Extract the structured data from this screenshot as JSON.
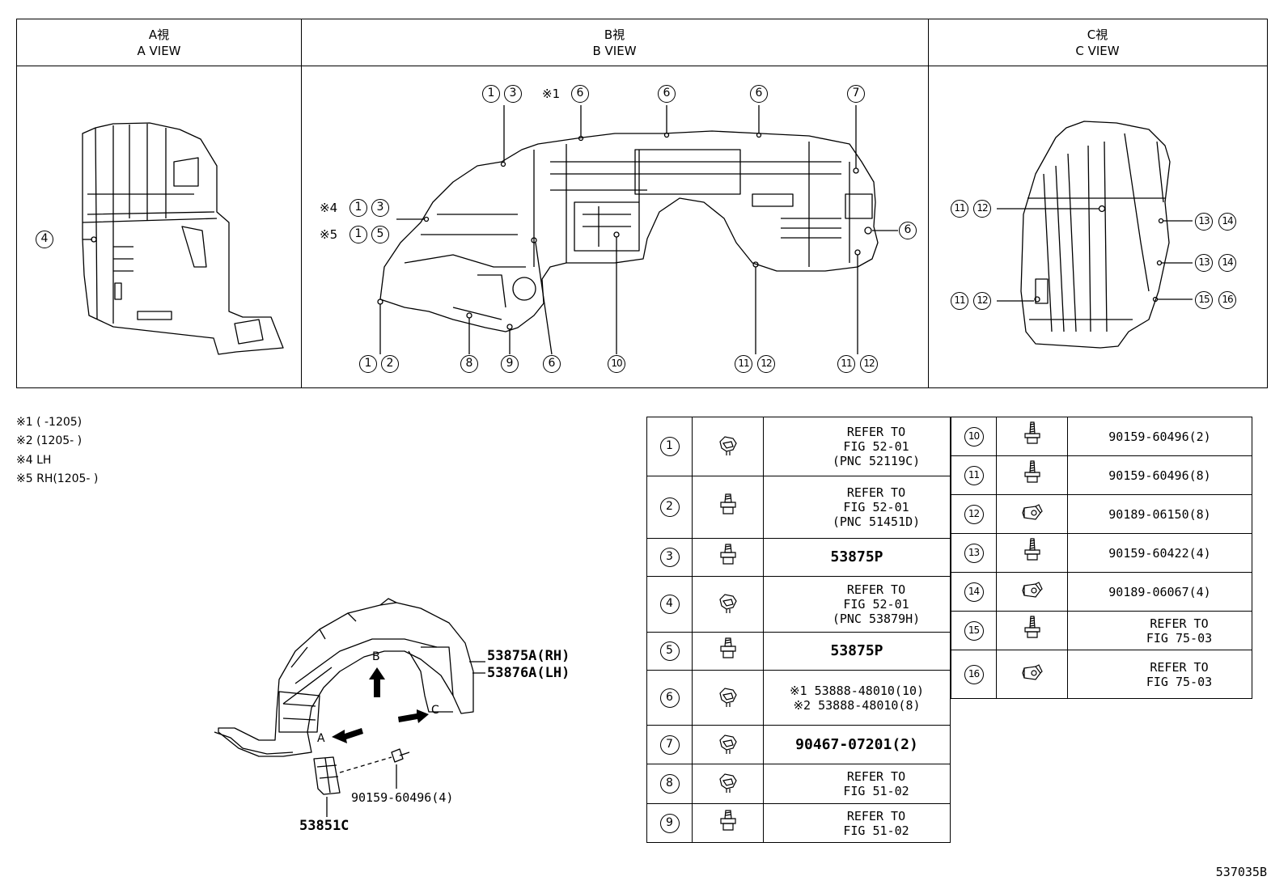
{
  "views": [
    {
      "jp": "A視",
      "en": "A VIEW"
    },
    {
      "jp": "B視",
      "en": "B VIEW"
    },
    {
      "jp": "C視",
      "en": "C VIEW"
    }
  ],
  "callouts": {
    "a_view": [
      "4"
    ],
    "b_view_top": [
      "1",
      "3",
      "※1",
      "6",
      "6",
      "6",
      "7"
    ],
    "b_view_left": [
      "※4",
      "1",
      "3",
      "※5",
      "1",
      "5"
    ],
    "b_view_right": [
      "6"
    ],
    "b_view_bottom": [
      "1",
      "2",
      "8",
      "9",
      "6",
      "10",
      "11",
      "12",
      "11",
      "12"
    ],
    "c_view_left": [
      "11",
      "12",
      "11",
      "12"
    ],
    "c_view_right": [
      "13",
      "14",
      "13",
      "14",
      "15",
      "16"
    ]
  },
  "notes": [
    "※1 (      -1205)",
    "※2 (1205-      )",
    "※4 LH",
    "※5 RH(1205-      )"
  ],
  "assembly": {
    "liner_label_rh": "53875A(RH)",
    "liner_label_lh": "53876A(LH)",
    "arrow_b": "B",
    "arrow_a": "A",
    "arrow_c": "C",
    "bolt_label": "90159-60496(4)",
    "seal_label": "53851C"
  },
  "legend_left": [
    {
      "no": "1",
      "lines": [
        "REFER TO",
        "FIG 52-01",
        "(PNC 52119C)"
      ],
      "icon": "clip-icon"
    },
    {
      "no": "2",
      "lines": [
        "REFER TO",
        "FIG 52-01",
        "(PNC 51451D)"
      ],
      "icon": "bolt-icon"
    },
    {
      "no": "3",
      "lines": [
        "53875P"
      ],
      "icon": "bolt-icon"
    },
    {
      "no": "4",
      "lines": [
        "REFER TO",
        "FIG 52-01",
        "(PNC 53879H)"
      ],
      "icon": "clip-icon"
    },
    {
      "no": "5",
      "lines": [
        "53875P"
      ],
      "icon": "bolt-icon"
    },
    {
      "no": "6",
      "lines": [
        "※1 53888-48010(10)",
        "※2 53888-48010(8)"
      ],
      "icon": "clip-icon"
    },
    {
      "no": "7",
      "lines": [
        "90467-07201(2)"
      ],
      "icon": "clip-icon"
    },
    {
      "no": "8",
      "lines": [
        "REFER TO",
        "FIG 51-02"
      ],
      "icon": "clip-icon"
    },
    {
      "no": "9",
      "lines": [
        "REFER TO",
        "FIG 51-02"
      ],
      "icon": "bolt-icon"
    }
  ],
  "legend_right": [
    {
      "no": "10",
      "lines": [
        "90159-60496(2)"
      ],
      "icon": "screw-icon"
    },
    {
      "no": "11",
      "lines": [
        "90159-60496(8)"
      ],
      "icon": "screw-icon"
    },
    {
      "no": "12",
      "lines": [
        "90189-06150(8)"
      ],
      "icon": "nut-icon"
    },
    {
      "no": "13",
      "lines": [
        "90159-60422(4)"
      ],
      "icon": "screw-icon"
    },
    {
      "no": "14",
      "lines": [
        "90189-06067(4)"
      ],
      "icon": "nut-icon"
    },
    {
      "no": "15",
      "lines": [
        "REFER TO",
        "FIG 75-03"
      ],
      "icon": "screw-icon"
    },
    {
      "no": "16",
      "lines": [
        "REFER TO",
        "FIG 75-03"
      ],
      "icon": "nut-icon"
    }
  ],
  "doc_id": "537035B"
}
